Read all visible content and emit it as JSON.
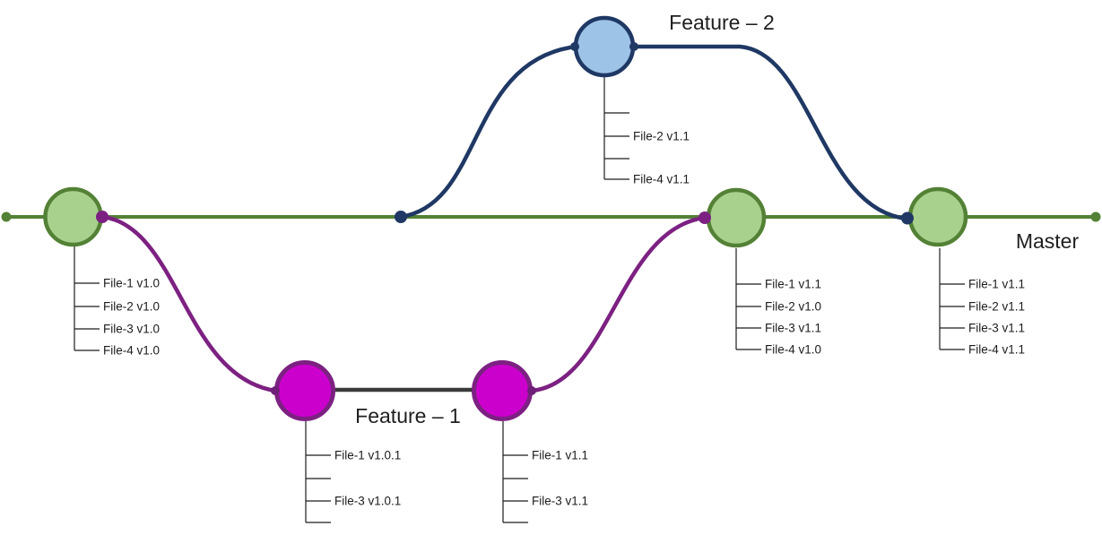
{
  "diagram": {
    "branch_labels": {
      "master": "Master",
      "feature1": "Feature – 1",
      "feature2": "Feature – 2"
    },
    "colors": {
      "master_line": "#538135",
      "master_node_fill": "#a9d18e",
      "feature1_curve": "#7c2182",
      "feature1_node_fill": "#cc00cc",
      "feature1_inner_segment": "#3a3a3a",
      "feature2_curve": "#1f3864",
      "feature2_node_fill": "#9dc3e6",
      "label_text": "#1f1f1f"
    },
    "commits": {
      "master1": {
        "files": [
          "File-1 v1.0",
          "File-2 v1.0",
          "File-3 v1.0",
          "File-4 v1.0"
        ]
      },
      "feature2a": {
        "files": [
          null,
          "File-2 v1.1",
          null,
          "File-4 v1.1"
        ]
      },
      "feature1a": {
        "files": [
          "File-1 v1.0.1",
          null,
          "File-3 v1.0.1",
          null
        ]
      },
      "feature1b": {
        "files": [
          "File-1 v1.1",
          null,
          "File-3 v1.1",
          null
        ]
      },
      "master2": {
        "files": [
          "File-1 v1.1",
          "File-2 v1.0",
          "File-3 v1.1",
          "File-4 v1.0"
        ]
      },
      "master3": {
        "files": [
          "File-1 v1.1",
          "File-2 v1.1",
          "File-3 v1.1",
          "File-4 v1.1"
        ]
      }
    }
  }
}
